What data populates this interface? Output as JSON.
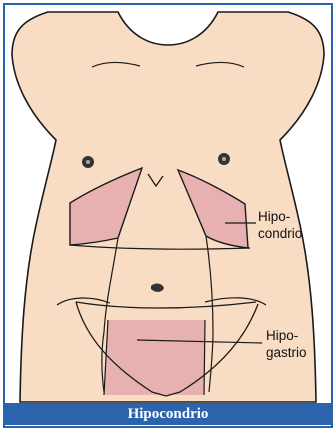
{
  "caption": "Hipocondrio",
  "labels": {
    "region_1_line1": "Hipo-",
    "region_1_line2": "condrio",
    "region_2_line1": "Hipo-",
    "region_2_line2": "gastrio"
  },
  "colors": {
    "frame_border": "#2b64ad",
    "caption_bg": "#2b64ad",
    "caption_text": "#ffffff",
    "skin": "#f8dcc4",
    "highlight_region": "#e8b1b1",
    "outline": "#1a1a1a"
  }
}
